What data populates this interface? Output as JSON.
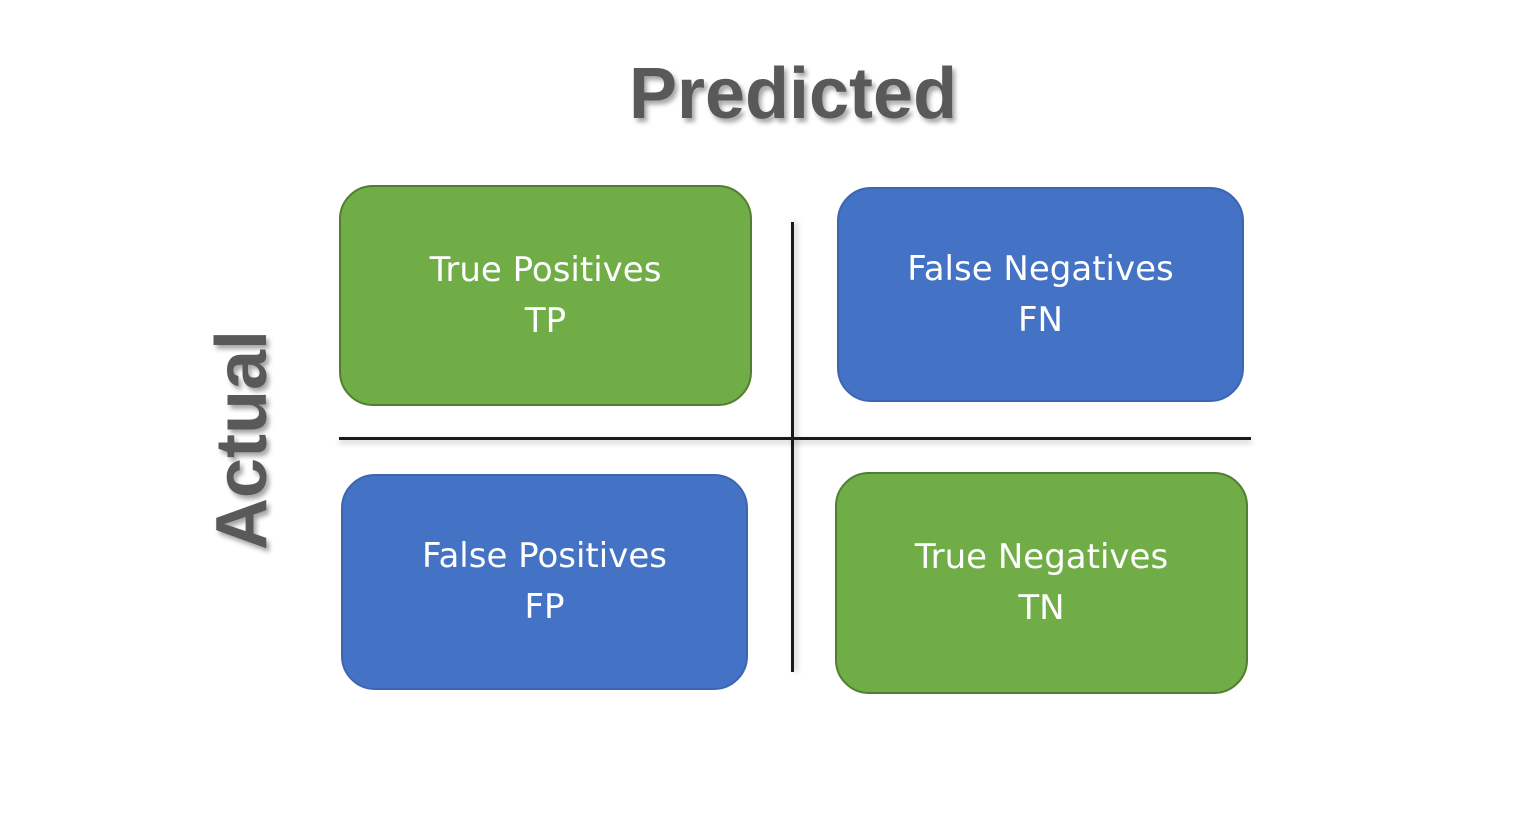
{
  "labels": {
    "predicted": "Predicted",
    "actual": "Actual"
  },
  "quadrants": {
    "true_positives": {
      "name": "True Positives",
      "abbr": "TP",
      "color": "#70ad47"
    },
    "false_negatives": {
      "name": "False Negatives",
      "abbr": "FN",
      "color": "#4472c4"
    },
    "false_positives": {
      "name": "False Positives",
      "abbr": "FP",
      "color": "#4472c4"
    },
    "true_negatives": {
      "name": "True Negatives",
      "abbr": "TN",
      "color": "#70ad47"
    }
  }
}
